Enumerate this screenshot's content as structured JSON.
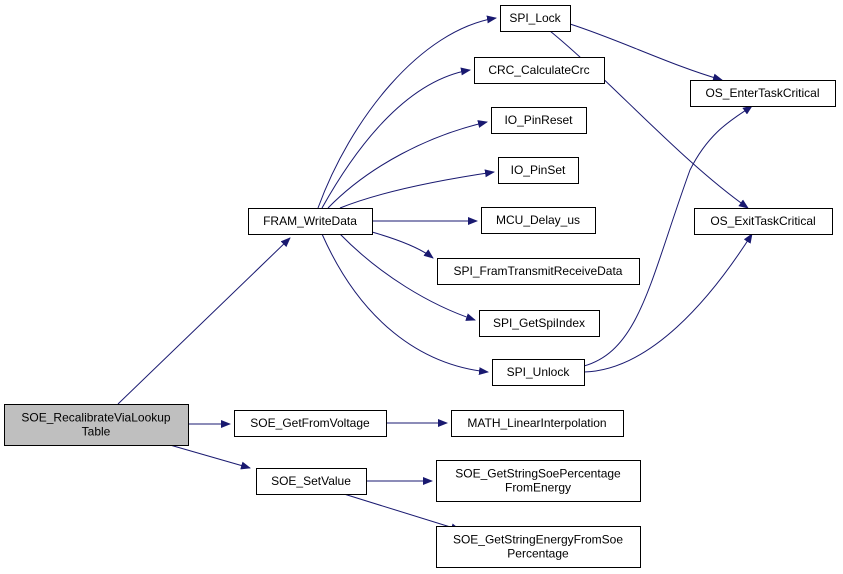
{
  "colors": {
    "edge": "#191970",
    "node_fill": "#ffffff",
    "root_fill": "#bfbfbf",
    "border": "#000000"
  },
  "nodes": [
    {
      "id": "root",
      "name": "node-soe-recalibrate-via-lookup-table",
      "lines": [
        "SOE_RecalibrateViaLookup",
        "Table"
      ],
      "root": true
    },
    {
      "id": "fram",
      "name": "node-fram-write-data",
      "lines": [
        "FRAM_WriteData"
      ]
    },
    {
      "id": "getv",
      "name": "node-soe-get-from-voltage",
      "lines": [
        "SOE_GetFromVoltage"
      ]
    },
    {
      "id": "setv",
      "name": "node-soe-set-value",
      "lines": [
        "SOE_SetValue"
      ]
    },
    {
      "id": "lock",
      "name": "node-spi-lock",
      "lines": [
        "SPI_Lock"
      ]
    },
    {
      "id": "crc",
      "name": "node-crc-calculate-crc",
      "lines": [
        "CRC_CalculateCrc"
      ]
    },
    {
      "id": "pinr",
      "name": "node-io-pin-reset",
      "lines": [
        "IO_PinReset"
      ]
    },
    {
      "id": "pins",
      "name": "node-io-pin-set",
      "lines": [
        "IO_PinSet"
      ]
    },
    {
      "id": "delay",
      "name": "node-mcu-delay-us",
      "lines": [
        "MCU_Delay_us"
      ]
    },
    {
      "id": "spitr",
      "name": "node-spi-fram-transmit-receive-data",
      "lines": [
        "SPI_FramTransmitReceiveData"
      ]
    },
    {
      "id": "spiidx",
      "name": "node-spi-get-spi-index",
      "lines": [
        "SPI_GetSpiIndex"
      ]
    },
    {
      "id": "unlock",
      "name": "node-spi-unlock",
      "lines": [
        "SPI_Unlock"
      ]
    },
    {
      "id": "enter",
      "name": "node-os-enter-task-critical",
      "lines": [
        "OS_EnterTaskCritical"
      ]
    },
    {
      "id": "exit",
      "name": "node-os-exit-task-critical",
      "lines": [
        "OS_ExitTaskCritical"
      ]
    },
    {
      "id": "math",
      "name": "node-math-linear-interpolation",
      "lines": [
        "MATH_LinearInterpolation"
      ]
    },
    {
      "id": "str1",
      "name": "node-soe-get-string-soe-percentage-from-energy",
      "lines": [
        "SOE_GetStringSoePercentage",
        "FromEnergy"
      ]
    },
    {
      "id": "str2",
      "name": "node-soe-get-string-energy-from-soe-percentage",
      "lines": [
        "SOE_GetStringEnergyFromSoe",
        "Percentage"
      ]
    }
  ],
  "edges": [
    {
      "from": "root",
      "to": "fram"
    },
    {
      "from": "root",
      "to": "getv"
    },
    {
      "from": "root",
      "to": "setv"
    },
    {
      "from": "fram",
      "to": "lock"
    },
    {
      "from": "fram",
      "to": "crc"
    },
    {
      "from": "fram",
      "to": "pinr"
    },
    {
      "from": "fram",
      "to": "pins"
    },
    {
      "from": "fram",
      "to": "delay"
    },
    {
      "from": "fram",
      "to": "spitr"
    },
    {
      "from": "fram",
      "to": "spiidx"
    },
    {
      "from": "fram",
      "to": "unlock"
    },
    {
      "from": "lock",
      "to": "enter"
    },
    {
      "from": "lock",
      "to": "exit"
    },
    {
      "from": "unlock",
      "to": "enter"
    },
    {
      "from": "unlock",
      "to": "exit"
    },
    {
      "from": "getv",
      "to": "math"
    },
    {
      "from": "setv",
      "to": "str1"
    },
    {
      "from": "setv",
      "to": "str2"
    }
  ]
}
